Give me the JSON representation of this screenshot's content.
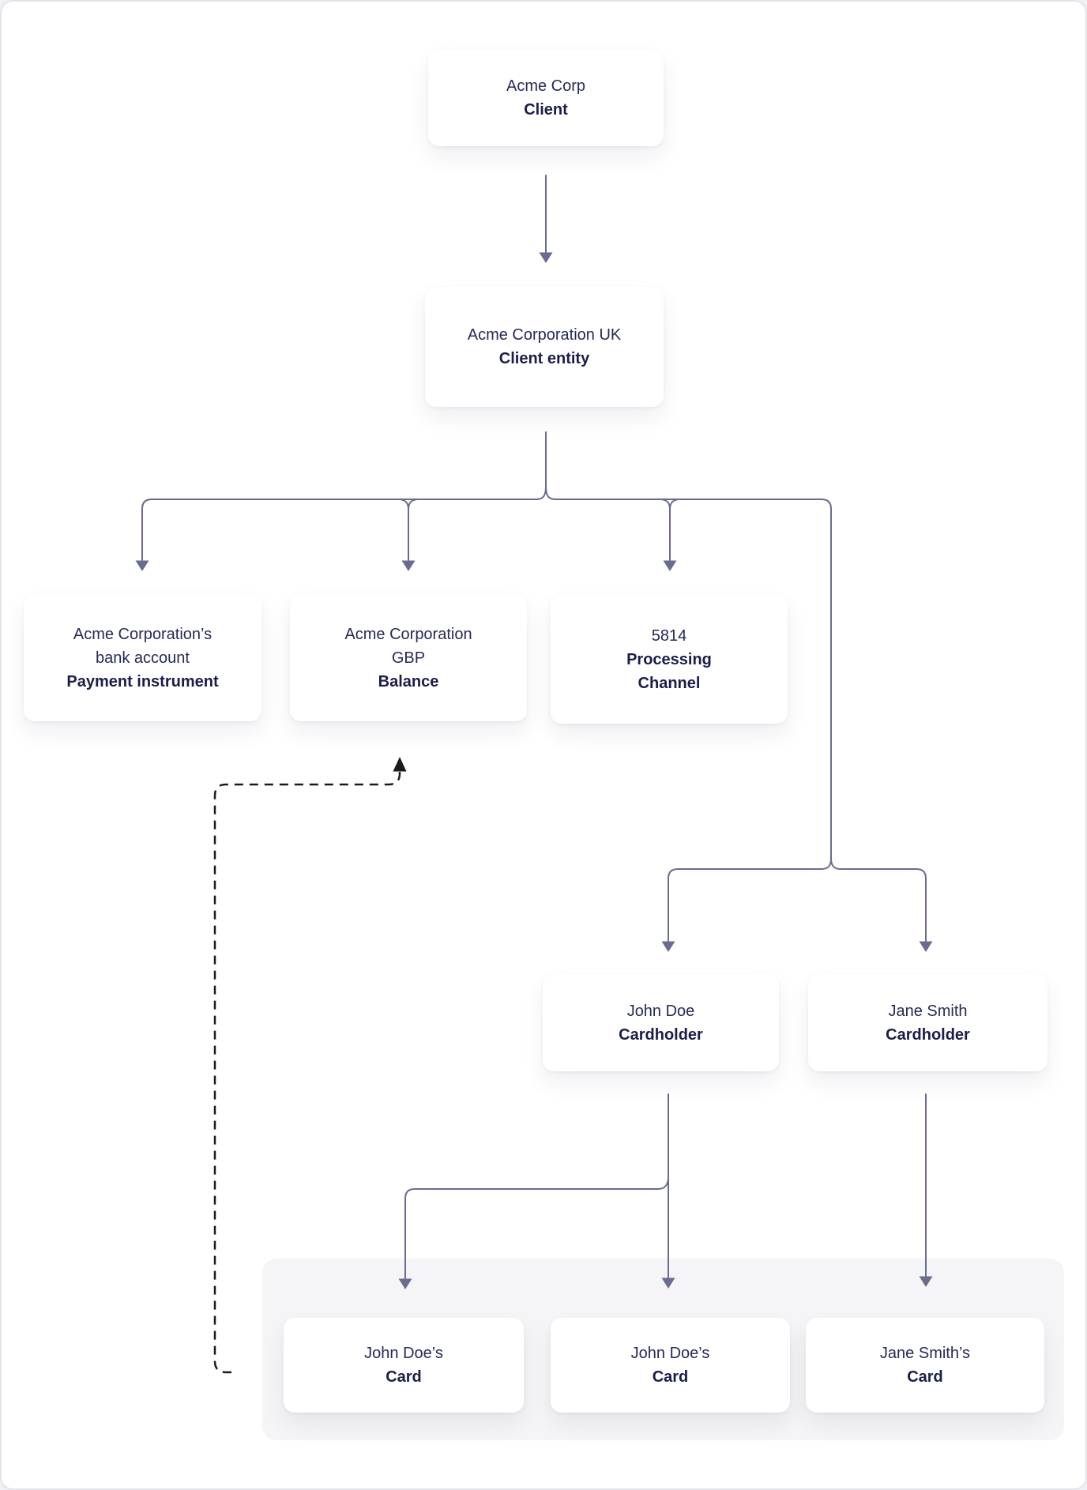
{
  "diagram": {
    "nodes": {
      "client": {
        "line1": "Acme Corp",
        "type": "Client"
      },
      "client_entity": {
        "line1": "Acme Corporation UK",
        "type": "Client entity"
      },
      "payment_instrument": {
        "line1": "Acme Corporation’s",
        "line2": "bank account",
        "type": "Payment instrument"
      },
      "balance": {
        "line1": "Acme Corporation",
        "line2": "GBP",
        "type": "Balance"
      },
      "processing_channel": {
        "line1": "5814",
        "type": "Processing Channel"
      },
      "cardholder_john": {
        "line1": "John Doe",
        "type": "Cardholder"
      },
      "cardholder_jane": {
        "line1": "Jane Smith",
        "type": "Cardholder"
      },
      "card_john_1": {
        "line1": "John Doe’s",
        "type": "Card"
      },
      "card_john_2": {
        "line1": "John Doe’s",
        "type": "Card"
      },
      "card_jane": {
        "line1": "Jane Smith’s",
        "type": "Card"
      }
    },
    "edges": [
      {
        "from": "client",
        "to": "client_entity",
        "style": "solid-arrow"
      },
      {
        "from": "client_entity",
        "to": "payment_instrument",
        "style": "solid-arrow"
      },
      {
        "from": "client_entity",
        "to": "balance",
        "style": "solid-arrow"
      },
      {
        "from": "client_entity",
        "to": "processing_channel",
        "style": "solid-arrow"
      },
      {
        "from": "client_entity",
        "to": "cardholder_john",
        "style": "solid-arrow"
      },
      {
        "from": "client_entity",
        "to": "cardholder_jane",
        "style": "solid-arrow"
      },
      {
        "from": "cardholder_john",
        "to": "card_john_1",
        "style": "solid-arrow"
      },
      {
        "from": "cardholder_john",
        "to": "card_john_2",
        "style": "solid-arrow"
      },
      {
        "from": "cardholder_jane",
        "to": "card_jane",
        "style": "solid-arrow"
      },
      {
        "from": "card_john_1",
        "to": "balance",
        "style": "dashed-arrow"
      }
    ],
    "colors": {
      "connector": "#696C8E",
      "dashed_connector": "#1B1B1B",
      "node_name_text": "#262A58",
      "node_type_text": "#1A1D4A",
      "node_bg": "#FFFFFF",
      "cards_group_bg": "#F5F5F7",
      "page_bg": "#FFFFFF",
      "page_border": "#E3E4EA",
      "outer_bg": "#F0F1F4"
    }
  }
}
